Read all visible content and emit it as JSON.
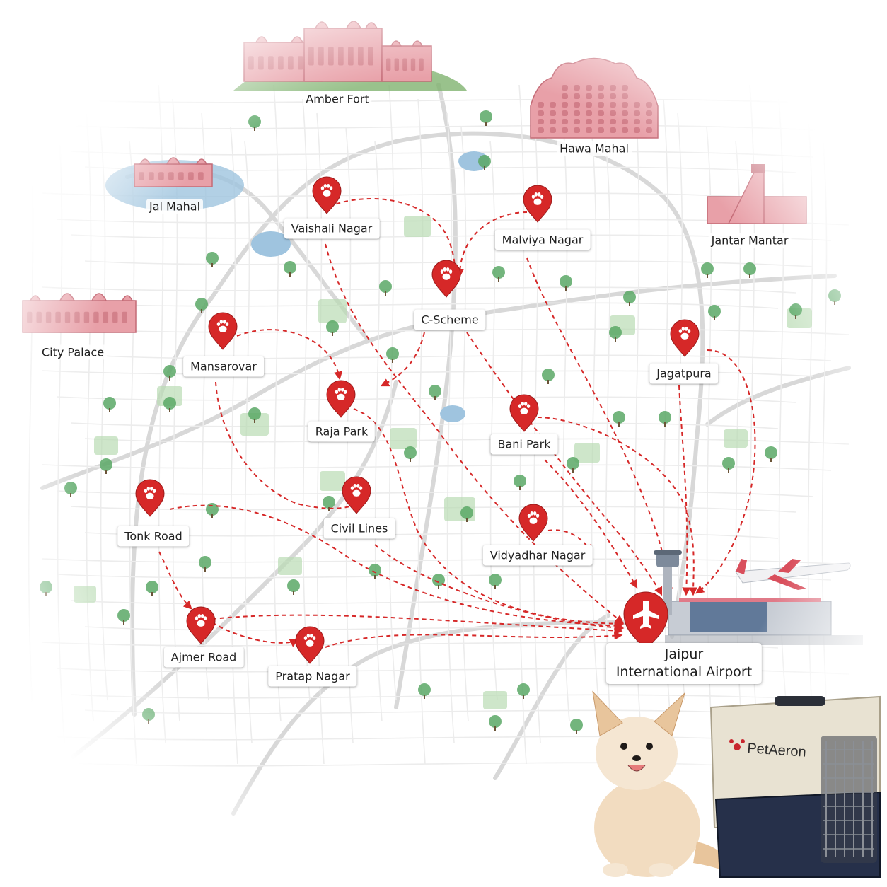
{
  "colors": {
    "pin": "#d62828",
    "route": "#d62828",
    "road": "#dcdcdc",
    "park": "#b9dcb4",
    "tree": "#5ba866",
    "water": "#9fc4df",
    "landmark": "#e8a0a8",
    "landmark_dark": "#c46a76",
    "crate_body": "#e8e2d2",
    "crate_base": "#26304a",
    "dog_fur": "#f2dcc0"
  },
  "landmarks": {
    "amber_fort": "Amber Fort",
    "hawa_mahal": "Hawa Mahal",
    "jal_mahal": "Jal Mahal",
    "jantar_mantar": "Jantar Mantar",
    "city_palace": "City Palace"
  },
  "locations": {
    "vaishali_nagar": "Vaishali Nagar",
    "malviya_nagar": "Malviya Nagar",
    "c_scheme": "C-Scheme",
    "mansarovar": "Mansarovar",
    "jagatpura": "Jagatpura",
    "raja_park": "Raja Park",
    "bani_park": "Bani Park",
    "tonk_road": "Tonk Road",
    "civil_lines": "Civil Lines",
    "vidyadhar_nagar": "Vidyadhar Nagar",
    "ajmer_road": "Ajmer Road",
    "pratap_nagar": "Pratap Nagar"
  },
  "airport": {
    "line1": "Jaipur",
    "line2": "International Airport",
    "icon": "airplane-icon"
  },
  "pin_icon": "paw-icon",
  "crate_brand": "PetAeron"
}
